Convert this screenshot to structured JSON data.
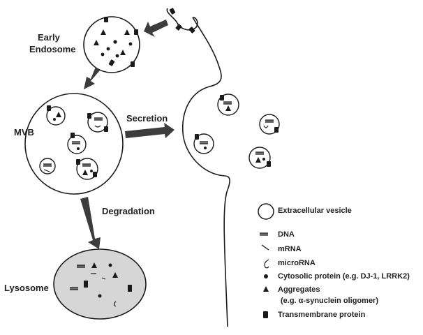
{
  "labels": {
    "early_endosome_line1": "Early",
    "early_endosome_line2": "Endosome",
    "mvb": "MVB",
    "secretion": "Secretion",
    "degradation": "Degradation",
    "lysosome": "Lysosome"
  },
  "legend": {
    "vesicle": "Extracellular vesicle",
    "dna": "DNA",
    "mrna": "mRNA",
    "microrna": "microRNA",
    "cytosolic": "Cytosolic protein (e.g. DJ-1, LRRK2)",
    "aggregates_line1": "Aggregates",
    "aggregates_line2": "(e.g. α-synuclein oligomer)",
    "transmembrane": "Transmembrane protein"
  },
  "colors": {
    "stroke": "#1a1a1a",
    "arrow": "#3c3c3c",
    "lysosome_fill": "#d6d6d6"
  },
  "icons": {
    "vesicle": "circle-icon",
    "dna": "dna-strand-icon",
    "mrna": "mrna-line-icon",
    "microrna": "microrna-hook-icon",
    "cytosolic": "dot-icon",
    "aggregate": "triangle-icon",
    "transmembrane": "rect-protein-icon"
  }
}
